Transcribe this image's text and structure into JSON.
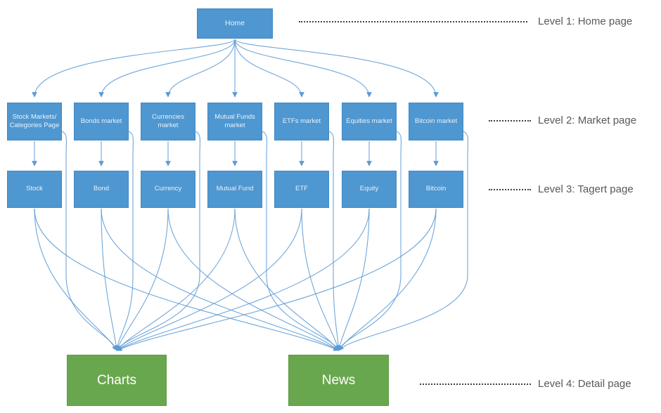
{
  "nodes": {
    "home": "Home",
    "level2": [
      "Stock Markets/ Categories Page",
      "Bonds market",
      "Currencies market",
      "Mutual Funds market",
      "ETFs market",
      "Equities market",
      "Bitcoin market"
    ],
    "level3": [
      "Stock",
      "Bond",
      "Currency",
      "Mutual Fund",
      "ETF",
      "Equity",
      "Bitcoin"
    ],
    "level4": [
      "Charts",
      "News"
    ]
  },
  "annotations": [
    {
      "label": "Level 1: Home page"
    },
    {
      "label": "Level 2: Market page"
    },
    {
      "label": "Level 3: Tagert page"
    },
    {
      "label": "Level 4: Detail page"
    }
  ],
  "edges": {
    "home_to_level2": [
      0,
      1,
      2,
      3,
      4,
      5,
      6
    ],
    "level2_to_level3": [
      [
        0,
        0
      ],
      [
        1,
        1
      ],
      [
        2,
        2
      ],
      [
        3,
        3
      ],
      [
        4,
        4
      ],
      [
        5,
        5
      ],
      [
        6,
        6
      ]
    ],
    "level3_to_level4": "each level3 node links to both Charts and News",
    "level2_side_link_targets": [
      "Charts",
      "Charts",
      "Charts",
      "News",
      "News",
      "News",
      "News"
    ]
  },
  "colors": {
    "node_blue": "#4F97D0",
    "node_blue_border": "#4389C2",
    "node_green": "#69A74E",
    "node_green_border": "#5F9A46",
    "connector": "#5B9BD5",
    "annotation_text": "#595959",
    "dots": "#404040",
    "node_text": "#FFFFFF"
  }
}
